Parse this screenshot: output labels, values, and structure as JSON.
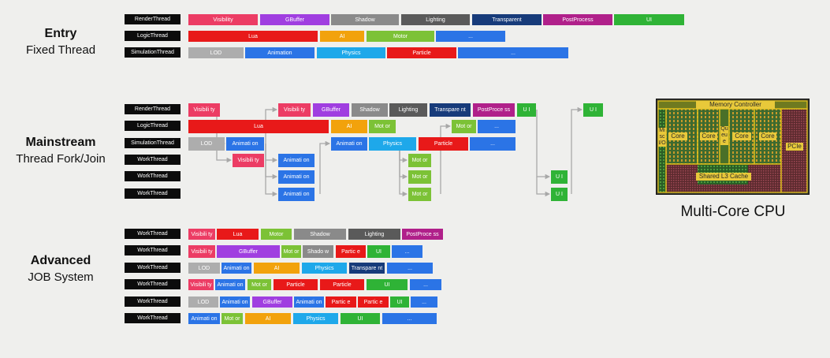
{
  "colors": {
    "pink": "#ec3c64",
    "purple": "#a03ee0",
    "grey": "#8a8a8a",
    "darkgrey": "#5a5a5a",
    "navy": "#173b7a",
    "magenta": "#b0208a",
    "green": "#2fb336",
    "red": "#e81919",
    "orange": "#f2a20c",
    "lime": "#7cc236",
    "blue": "#2b74e6",
    "lightblue": "#1ea8ea",
    "lightgrey": "#adadad",
    "cpu_green": "#3a8a2c",
    "cpu_yellow": "#d8b418",
    "cpu_pink": "#c0306a",
    "cpu_label": "#2a2a2a"
  },
  "sections": [
    {
      "title": "Entry",
      "subtitle": "Fixed Thread"
    },
    {
      "title": "Mainstream",
      "subtitle": "Thread Fork/Join"
    },
    {
      "title": "Advanced",
      "subtitle": "JOB System"
    }
  ],
  "labels": [
    "RenderThread",
    "LogicThread",
    "SimulationThread",
    "RenderThread",
    "LogicThread",
    "SimulationThread",
    "WorkThread",
    "WorkThread",
    "WorkThread",
    "WorkThread",
    "WorkThread",
    "WorkThread",
    "WorkThread",
    "WorkThread",
    "WorkThread"
  ],
  "tasks": [
    {
      "text": "Visibility",
      "c": "pink"
    },
    {
      "text": "GBuffer",
      "c": "purple"
    },
    {
      "text": "Shadow",
      "c": "grey"
    },
    {
      "text": "Lighting",
      "c": "darkgrey"
    },
    {
      "text": "Transparent",
      "c": "navy"
    },
    {
      "text": "PostProcess",
      "c": "magenta"
    },
    {
      "text": "UI",
      "c": "green"
    },
    {
      "text": "Lua",
      "c": "red"
    },
    {
      "text": "AI",
      "c": "orange"
    },
    {
      "text": "Motor",
      "c": "lime"
    },
    {
      "text": "...",
      "c": "blue"
    },
    {
      "text": "LOD",
      "c": "lightgrey"
    },
    {
      "text": "Animation",
      "c": "blue"
    },
    {
      "text": "Physics",
      "c": "lightblue"
    },
    {
      "text": "Particle",
      "c": "red"
    },
    {
      "text": "...",
      "c": "blue"
    },
    {
      "text": "Visibili ty",
      "c": "pink"
    },
    {
      "text": "Visibili ty",
      "c": "pink"
    },
    {
      "text": "GBuffer",
      "c": "purple"
    },
    {
      "text": "Shadow",
      "c": "grey"
    },
    {
      "text": "Lighting",
      "c": "darkgrey"
    },
    {
      "text": "Transpare nt",
      "c": "navy"
    },
    {
      "text": "PostProce ss",
      "c": "magenta"
    },
    {
      "text": "U I",
      "c": "green"
    },
    {
      "text": "U I",
      "c": "green"
    },
    {
      "text": "Lua",
      "c": "red"
    },
    {
      "text": "AI",
      "c": "orange"
    },
    {
      "text": "Mot or",
      "c": "lime"
    },
    {
      "text": "Mot or",
      "c": "lime"
    },
    {
      "text": "...",
      "c": "blue"
    },
    {
      "text": "LOD",
      "c": "lightgrey"
    },
    {
      "text": "Animati on",
      "c": "blue"
    },
    {
      "text": "Animati on",
      "c": "blue"
    },
    {
      "text": "Physics",
      "c": "lightblue"
    },
    {
      "text": "Particle",
      "c": "red"
    },
    {
      "text": "...",
      "c": "blue"
    },
    {
      "text": "Visibili ty",
      "c": "pink"
    },
    {
      "text": "Animati on",
      "c": "blue"
    },
    {
      "text": "Mot or",
      "c": "lime"
    },
    {
      "text": "Animati on",
      "c": "blue"
    },
    {
      "text": "Mot or",
      "c": "lime"
    },
    {
      "text": "U I",
      "c": "green"
    },
    {
      "text": "Animati on",
      "c": "blue"
    },
    {
      "text": "Mot or",
      "c": "lime"
    },
    {
      "text": "U I",
      "c": "green"
    },
    {
      "text": "Visibili ty",
      "c": "pink"
    },
    {
      "text": "Lua",
      "c": "red"
    },
    {
      "text": "Motor",
      "c": "lime"
    },
    {
      "text": "Shadow",
      "c": "grey"
    },
    {
      "text": "Lighting",
      "c": "darkgrey"
    },
    {
      "text": "PostProce ss",
      "c": "magenta"
    },
    {
      "text": "Visibili ty",
      "c": "pink"
    },
    {
      "text": "GBuffer",
      "c": "purple"
    },
    {
      "text": "Mot or",
      "c": "lime"
    },
    {
      "text": "Shado w",
      "c": "grey"
    },
    {
      "text": "Partic e",
      "c": "red"
    },
    {
      "text": "UI",
      "c": "green"
    },
    {
      "text": "...",
      "c": "blue"
    },
    {
      "text": "LOD",
      "c": "lightgrey"
    },
    {
      "text": "Animati on",
      "c": "blue"
    },
    {
      "text": "AI",
      "c": "orange"
    },
    {
      "text": "Physics",
      "c": "lightblue"
    },
    {
      "text": "Transpare nt",
      "c": "navy"
    },
    {
      "text": "...",
      "c": "blue"
    },
    {
      "text": "Visibili ty",
      "c": "pink"
    },
    {
      "text": "Animati on",
      "c": "blue"
    },
    {
      "text": "Mot or",
      "c": "lime"
    },
    {
      "text": "Particle",
      "c": "red"
    },
    {
      "text": "Particle",
      "c": "red"
    },
    {
      "text": "UI",
      "c": "green"
    },
    {
      "text": "...",
      "c": "blue"
    },
    {
      "text": "LOD",
      "c": "lightgrey"
    },
    {
      "text": "Animati on",
      "c": "blue"
    },
    {
      "text": "GBuffer",
      "c": "purple"
    },
    {
      "text": "Animati on",
      "c": "blue"
    },
    {
      "text": "Partic e",
      "c": "red"
    },
    {
      "text": "Partic e",
      "c": "red"
    },
    {
      "text": "UI",
      "c": "green"
    },
    {
      "text": "...",
      "c": "blue"
    },
    {
      "text": "Animati on",
      "c": "blue"
    },
    {
      "text": "Mot or",
      "c": "lime"
    },
    {
      "text": "AI",
      "c": "orange"
    },
    {
      "text": "Physics",
      "c": "lightblue"
    },
    {
      "text": "UI",
      "c": "green"
    },
    {
      "text": "...",
      "c": "blue"
    }
  ],
  "cpu": {
    "memory_controller": "Memory Controller",
    "misc_io": "Misc I/O",
    "cores": [
      "Core",
      "Core",
      "Core",
      "Core"
    ],
    "queue": "Queue",
    "pcie": "PCIe",
    "l3_cache": "Shared L3 Cache",
    "caption": "Multi-Core CPU"
  }
}
